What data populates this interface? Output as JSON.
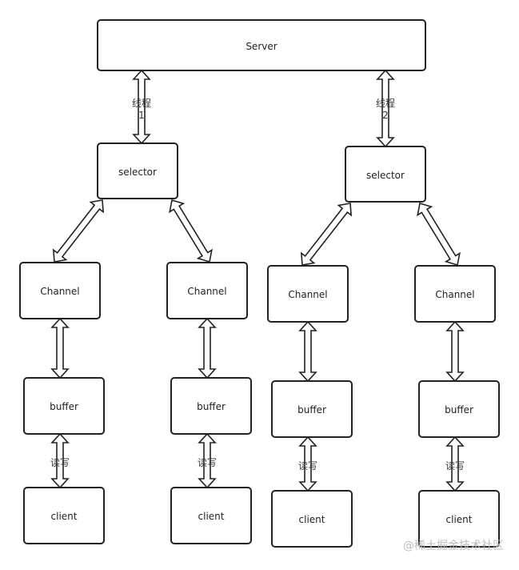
{
  "nodes": {
    "server": "Server",
    "selector": "selector",
    "channel": "Channel",
    "buffer": "buffer",
    "client": "client"
  },
  "edge_labels": {
    "thread1_a": "线程",
    "thread1_b": "1",
    "thread2_a": "线程",
    "thread2_b": "2",
    "read_write": "读写"
  },
  "watermark": "@稀土掘金技术社区"
}
